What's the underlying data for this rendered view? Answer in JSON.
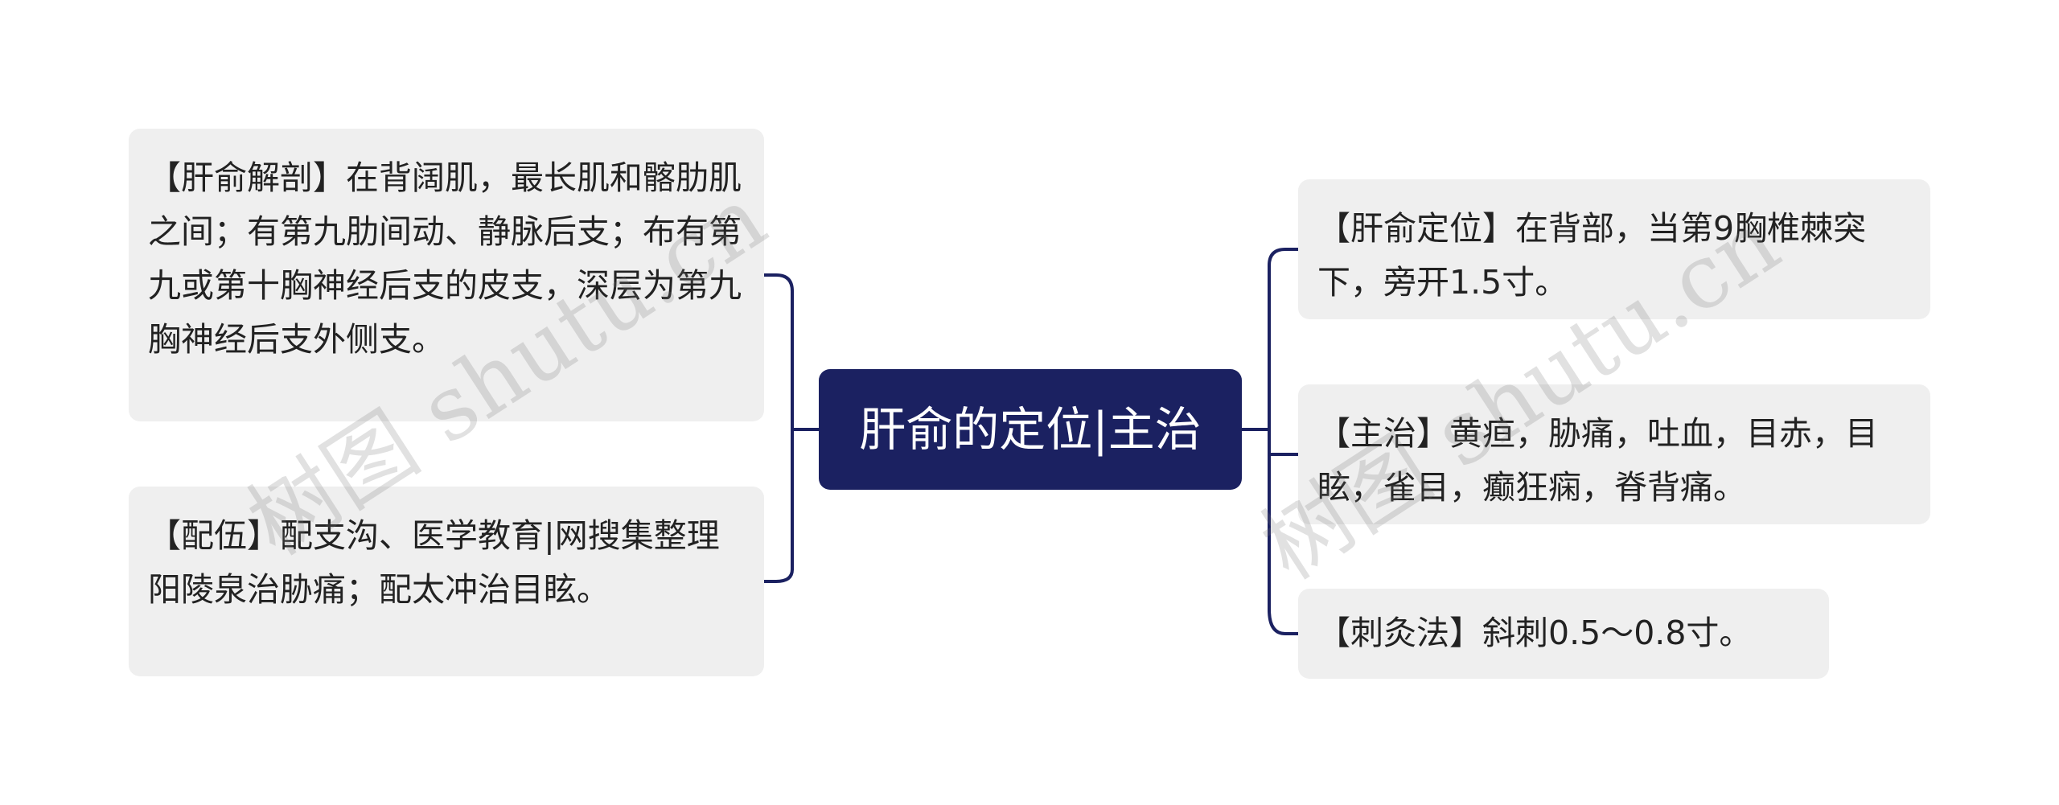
{
  "center": {
    "title": "肝俞的定位|主治"
  },
  "left_nodes": [
    {
      "text": "【肝俞解剖】在背阔肌，最长肌和髂肋肌之间；有第九肋间动、静脉后支；布有第九或第十胸神经后支的皮支，深层为第九胸神经后支外侧支。"
    },
    {
      "text": "【配伍】配支沟、医学教育|网搜集整理阳陵泉治胁痛；配太冲治目眩。"
    }
  ],
  "right_nodes": [
    {
      "text": "【肝俞定位】在背部，当第9胸椎棘突下，旁开1.5寸。"
    },
    {
      "text": "【主治】黄疸，胁痛，吐血，目赤，目眩，雀目，癫狂痫，脊背痛。"
    },
    {
      "text": "【刺灸法】斜刺0.5～0.8寸。"
    }
  ],
  "watermark": "树图 shutu.cn",
  "colors": {
    "center_fill": "#1b2161",
    "connector": "#1b2161",
    "node_fill": "#efefef",
    "node_text": "#222222"
  }
}
